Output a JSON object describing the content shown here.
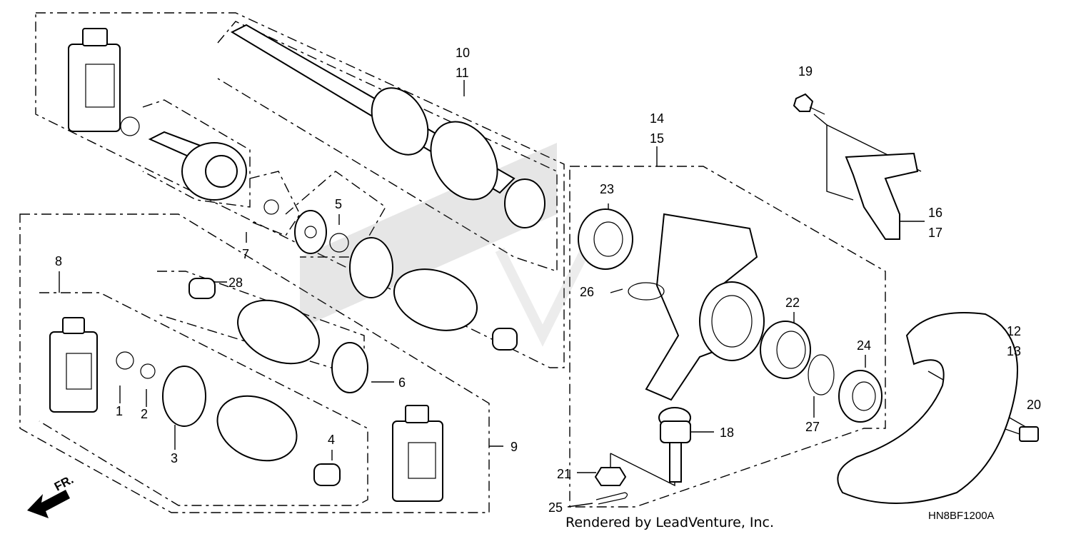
{
  "labels": {
    "p1": "1",
    "p2": "2",
    "p3": "3",
    "p4": "4",
    "p5": "5",
    "p6": "6",
    "p7": "7",
    "p8": "8",
    "p9": "9",
    "p10": "10",
    "p11": "11",
    "p12": "12",
    "p13": "13",
    "p14": "14",
    "p15": "15",
    "p16": "16",
    "p17": "17",
    "p18": "18",
    "p19": "19",
    "p20": "20",
    "p21": "21",
    "p22": "22",
    "p23": "23",
    "p24": "24",
    "p25": "25",
    "p26": "26",
    "p27": "27",
    "p28": "28"
  },
  "footer": {
    "rendered_by": "Rendered by LeadVenture, Inc.",
    "code": "HN8BF1200A",
    "direction": "FR."
  }
}
